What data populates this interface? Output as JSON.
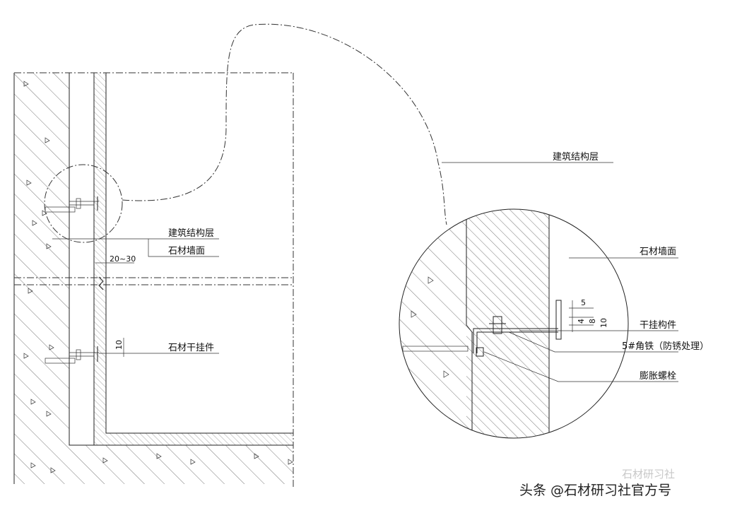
{
  "left_view": {
    "labels": {
      "structure": "建筑结构层",
      "stone_face": "石材墙面",
      "gap_dim": "20~30",
      "hanger": "石材干挂件",
      "dim_10": "10"
    }
  },
  "detail_view": {
    "labels": {
      "structure": "建筑结构层",
      "stone_face": "石材墙面",
      "hanger": "干挂构件",
      "angle": "5#角铁（防锈处理）",
      "anchor": "膨胀螺栓",
      "dim_5": "5",
      "dim_4": "4",
      "dim_8": "8",
      "dim_10": "10"
    }
  },
  "watermark": {
    "text": "头条 @石材研习社官方号",
    "faint": "石材研习社"
  },
  "colors": {
    "ink": "#222222",
    "background": "#ffffff"
  }
}
